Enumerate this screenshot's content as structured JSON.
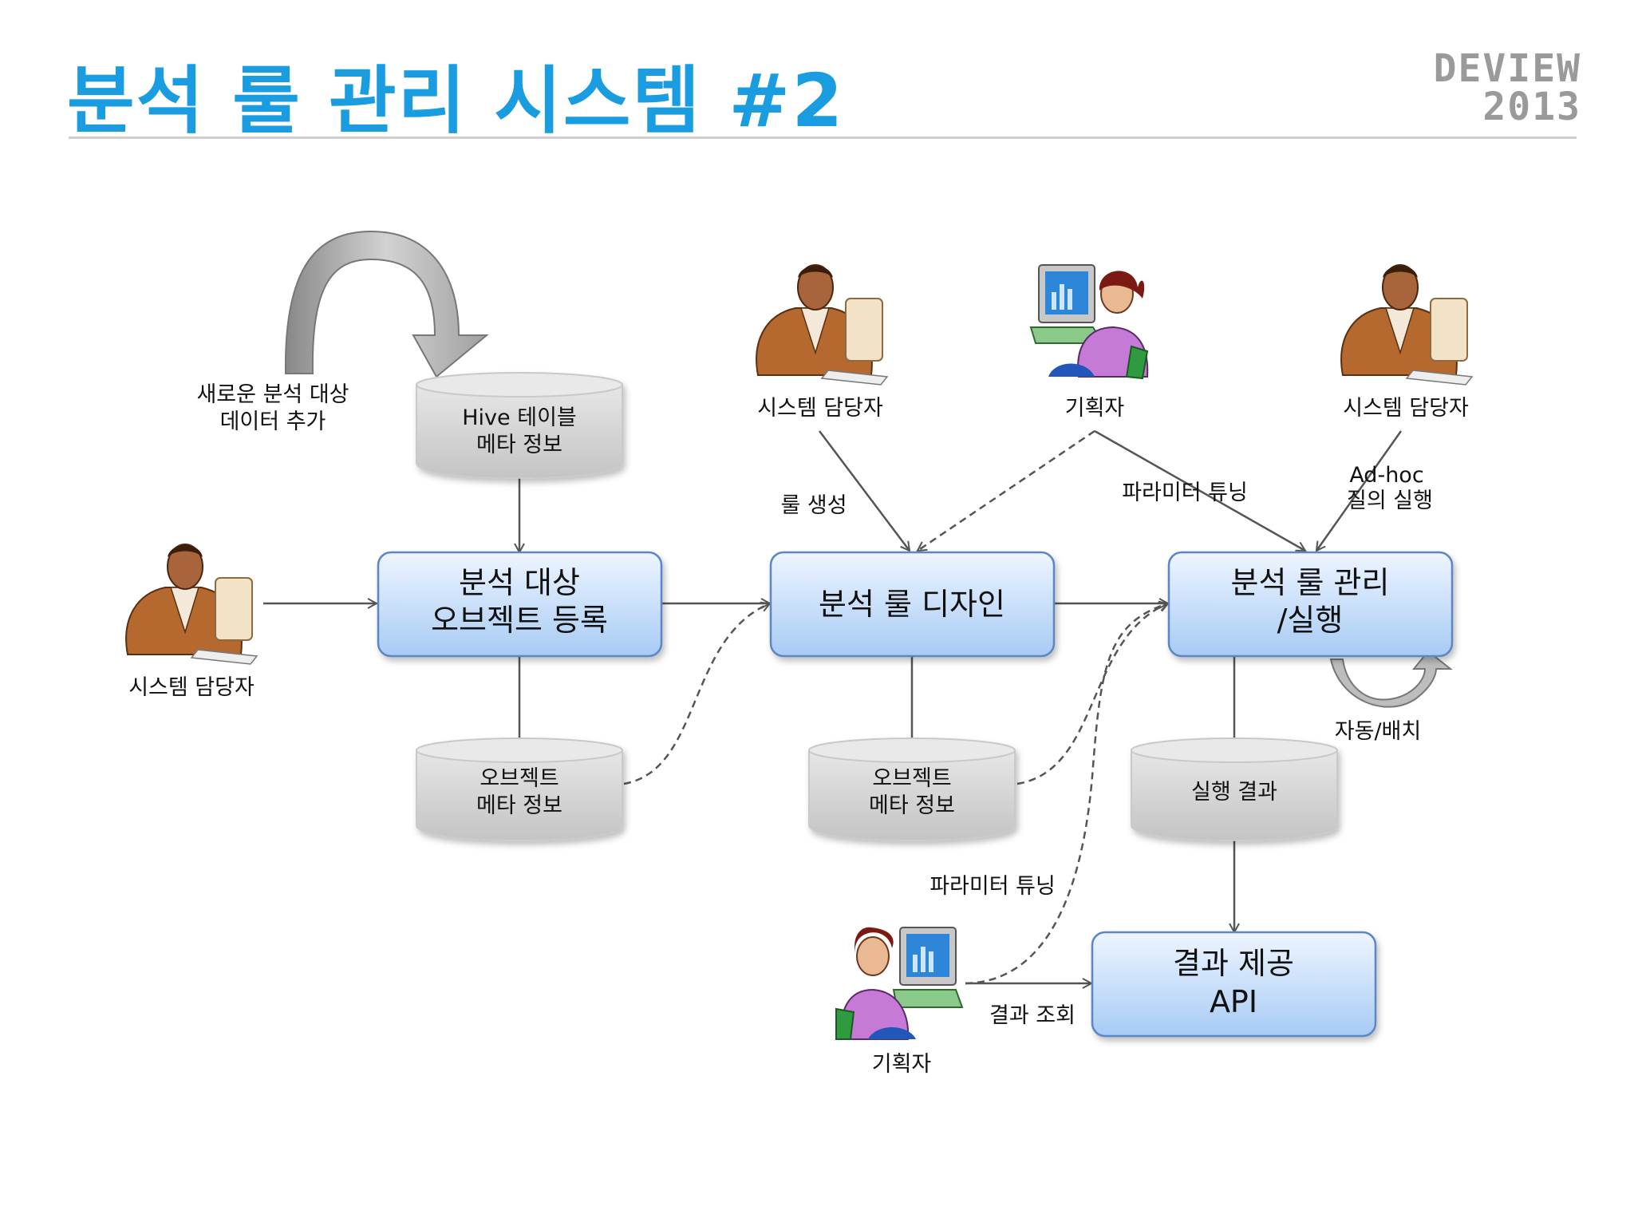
{
  "title": "분석 룰 관리 시스템 #2",
  "brand": {
    "line1": "DEVIEW",
    "line2": "2013"
  },
  "colors": {
    "title": "#1a9de0",
    "box_top": "#e8f2ff",
    "box_bottom": "#a9cdf6",
    "box_border": "#5b86c5",
    "db_fill": "#d8d8d8"
  },
  "boxes": {
    "register": {
      "line1": "분석 대상",
      "line2": "오브젝트 등록"
    },
    "design": {
      "line1": "분석 룰 디자인"
    },
    "manage": {
      "line1": "분석 룰 관리",
      "line2": "/실행"
    },
    "api": {
      "line1": "결과 제공",
      "line2": "API"
    }
  },
  "databases": {
    "hive": {
      "line1": "Hive 테이블",
      "line2": "메타 정보"
    },
    "objmeta1": {
      "line1": "오브젝트",
      "line2": "메타 정보"
    },
    "objmeta2": {
      "line1": "오브젝트",
      "line2": "메타 정보"
    },
    "result": {
      "line1": "실행 결과"
    }
  },
  "actors": {
    "sysadmin_left": {
      "label": "시스템 담당자",
      "icon": "businessman-computer-icon"
    },
    "sysadmin_top": {
      "label": "시스템 담당자",
      "icon": "businessman-computer-icon"
    },
    "planner_top": {
      "label": "기획자",
      "icon": "woman-computer-icon"
    },
    "sysadmin_right": {
      "label": "시스템 담당자",
      "icon": "businessman-computer-icon"
    },
    "planner_bottom": {
      "label": "기획자",
      "icon": "woman-computer-icon"
    }
  },
  "edge_labels": {
    "new_data": {
      "line1": "새로운 분석 대상",
      "line2": "데이터 추가"
    },
    "rule_create": "룰 생성",
    "param_tune_top": "파라미터 튜닝",
    "adhoc": {
      "line1": "Ad-hoc",
      "line2": "질의 실행"
    },
    "auto_batch": "자동/배치",
    "param_tune_bottom": "파라미터 튜닝",
    "result_query": "결과 조회"
  }
}
